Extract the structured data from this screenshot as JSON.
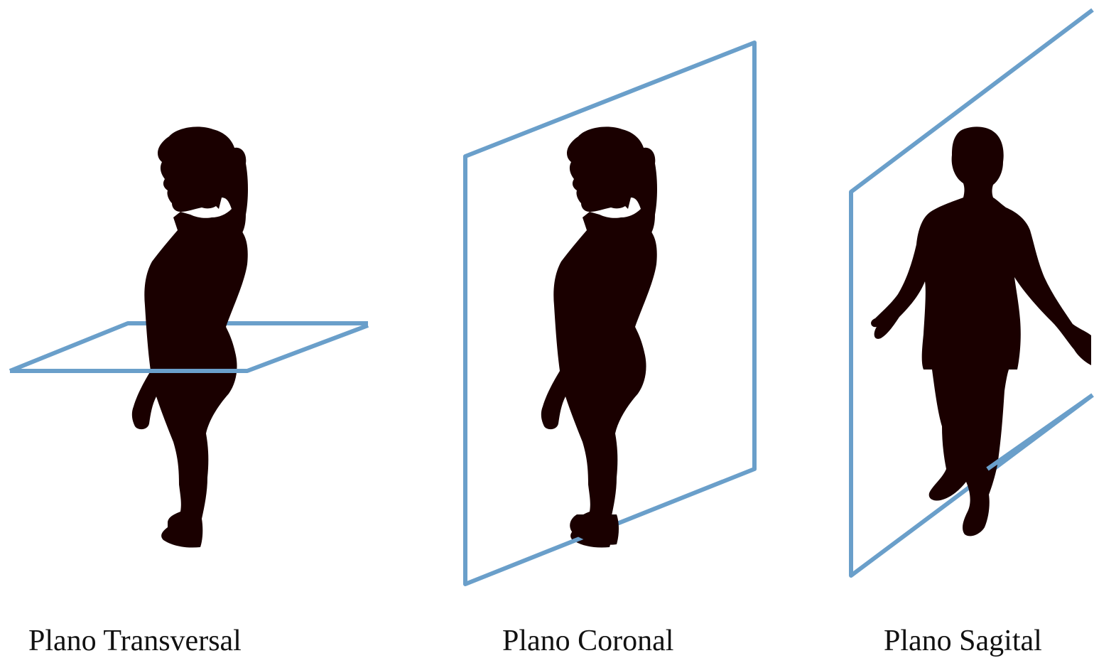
{
  "colors": {
    "plane_stroke": "#6a9fca",
    "silhouette": "#1a0000",
    "background": "#ffffff"
  },
  "panels": [
    {
      "id": "transversal",
      "label": "Plano Transversal",
      "figure": "side-view-silhouette"
    },
    {
      "id": "coronal",
      "label": "Plano Coronal",
      "figure": "side-view-silhouette"
    },
    {
      "id": "sagital",
      "label": "Plano Sagital",
      "figure": "front-view-silhouette"
    }
  ]
}
